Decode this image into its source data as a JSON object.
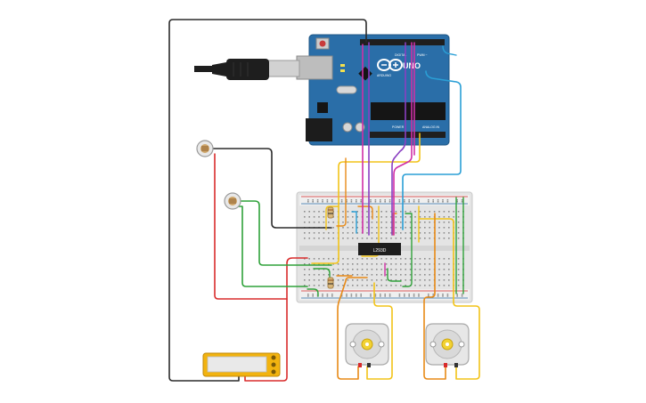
{
  "board": {
    "brand_label": "ARDUINO",
    "model_label": "UNO",
    "digital_label": "DIGITAL",
    "pwm_label": "PWM ~",
    "power_label": "POWER",
    "analog_label": "ANALOG IN"
  },
  "driver_chip": {
    "label": "L293D"
  },
  "colors": {
    "board": "#2a6ea8",
    "breadboard": "#e6e6e6",
    "wire_black": "#2b2b2b",
    "wire_red": "#d92b2b",
    "wire_green": "#2fa23a",
    "wire_yellow": "#f2c318",
    "wire_orange": "#e88a17",
    "wire_blue": "#2a9fd6",
    "wire_purple": "#8a3fc1",
    "wire_magenta": "#d02fa6",
    "battery": "#f2b30f"
  },
  "components": {
    "photoresistors": [
      "ldr-top",
      "ldr-bottom"
    ],
    "motors": [
      "motor-left",
      "motor-right"
    ],
    "battery": "battery-pack",
    "usb": "usb-cable"
  }
}
